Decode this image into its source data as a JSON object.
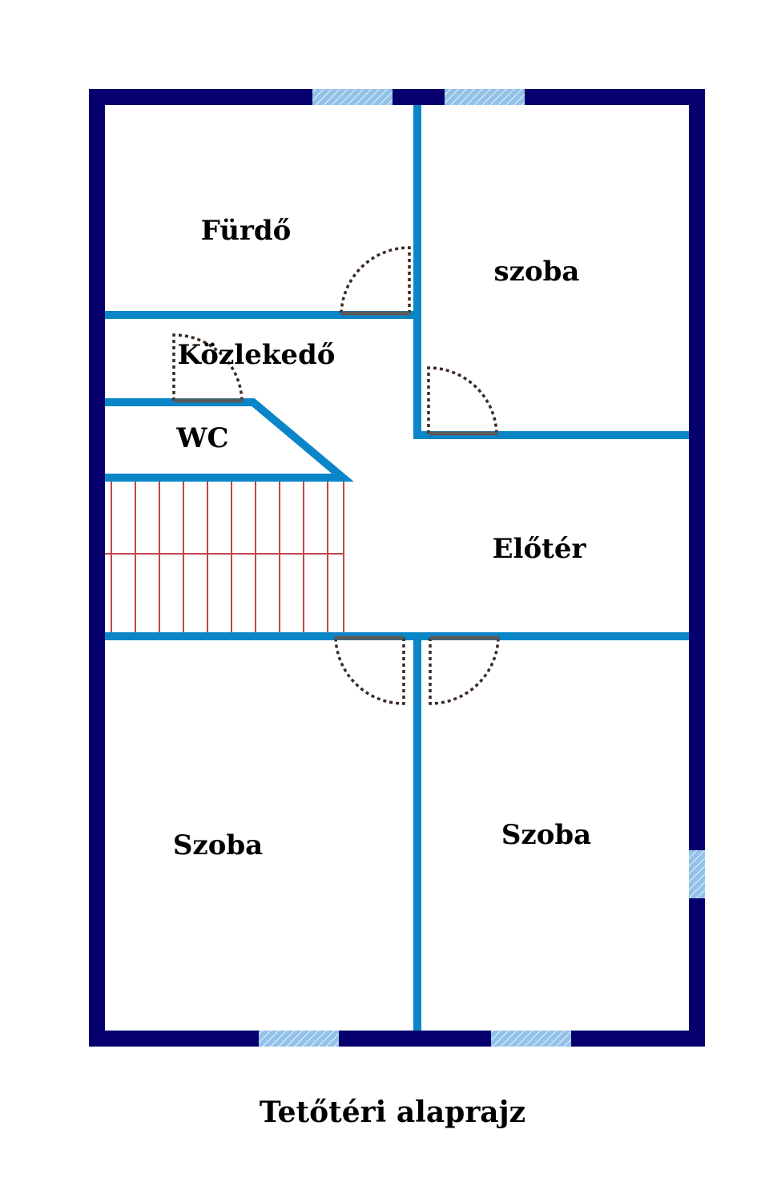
{
  "rooms": {
    "furdo": "Fürdő",
    "szoba_top": "szoba",
    "kozlekedo": "Közlekedő",
    "wc": "WC",
    "elotor": "Előtér",
    "szoba_bottom_left": "Szoba",
    "szoba_bottom_right": "Szoba"
  },
  "caption": "Tetőtéri alaprajz",
  "colors": {
    "outer_wall": "#06006e",
    "inner_wall": "#0a86c8",
    "window": "#93c2e8",
    "stairs": "#c0464a",
    "door_swing": "#3a2a22",
    "door_leaf": "#5a5a5a"
  }
}
